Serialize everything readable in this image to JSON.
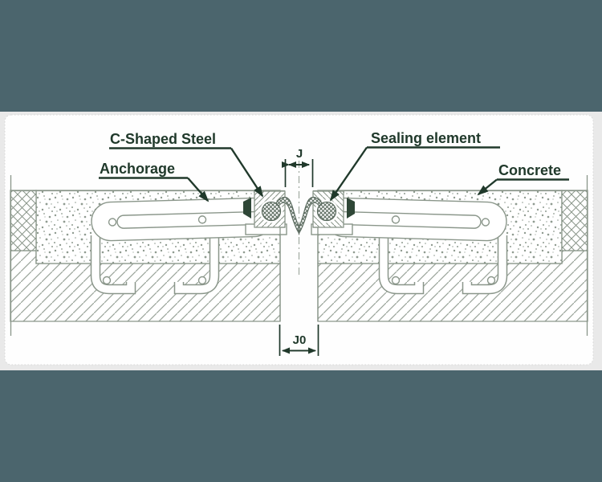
{
  "labels": {
    "c_shaped_steel": "C-Shaped Steel",
    "anchorage": "Anchorage",
    "sealing_element": "Sealing element",
    "concrete": "Concrete"
  },
  "dimensions": {
    "joint_top": "J",
    "joint_bottom": "J0"
  },
  "colors": {
    "band": "#4b656d",
    "margin_bg": "#e9e9e9",
    "panel_bg": "#fefefe",
    "annotation": "#20392b",
    "clamp": "#2f4737",
    "line": "#8a968a",
    "hatch": "#9aa49a",
    "stipple": "#8f9b90",
    "seal": "#5c6c60"
  }
}
